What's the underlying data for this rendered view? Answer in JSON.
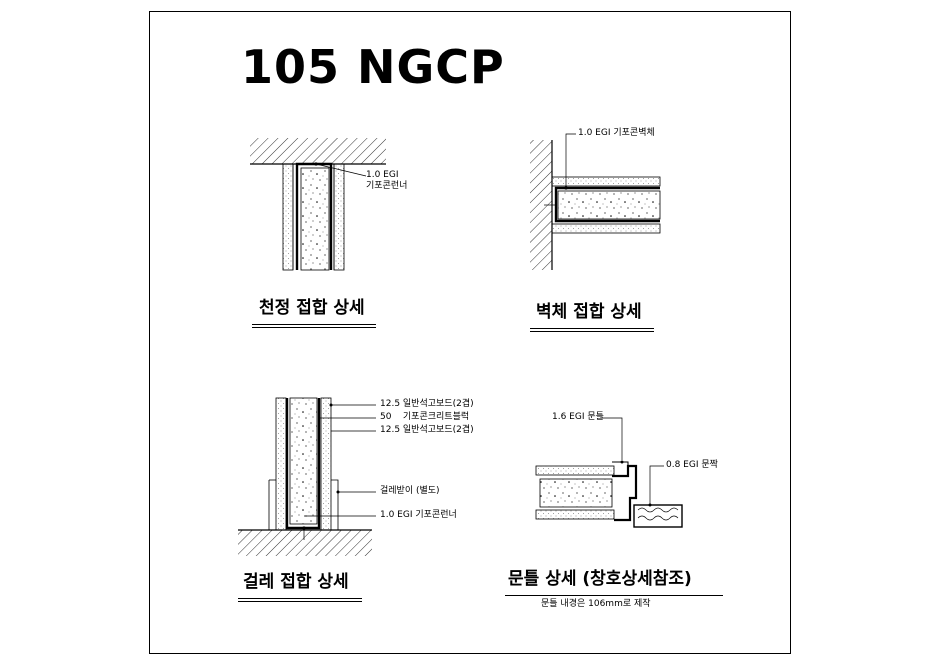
{
  "title": "105 NGCP",
  "details": {
    "ceiling": {
      "caption": "천정 접합 상세",
      "note_1": "1.0 EGI",
      "note_2": "기포콘런너"
    },
    "wall": {
      "caption": "벽체 접합 상세",
      "note": "1.0 EGI 기포콘벽체"
    },
    "skirting": {
      "caption": "걸레 접합 상세",
      "layer_1": "12.5 일반석고보드(2겹)",
      "layer_2": "50    기포콘크리트블럭",
      "layer_3": "12.5 일반석고보드(2겹)",
      "note_base": "걸레받이 (별도)",
      "note_runner": "1.0 EGI 기포콘런너"
    },
    "door_frame": {
      "caption": "문틀 상세 (창호상세참조)",
      "note_frame": "1.6 EGI 문틀",
      "note_leaf": "0.8 EGI 문짝",
      "subnote": "문틀 내경은 106mm로 제작"
    }
  }
}
